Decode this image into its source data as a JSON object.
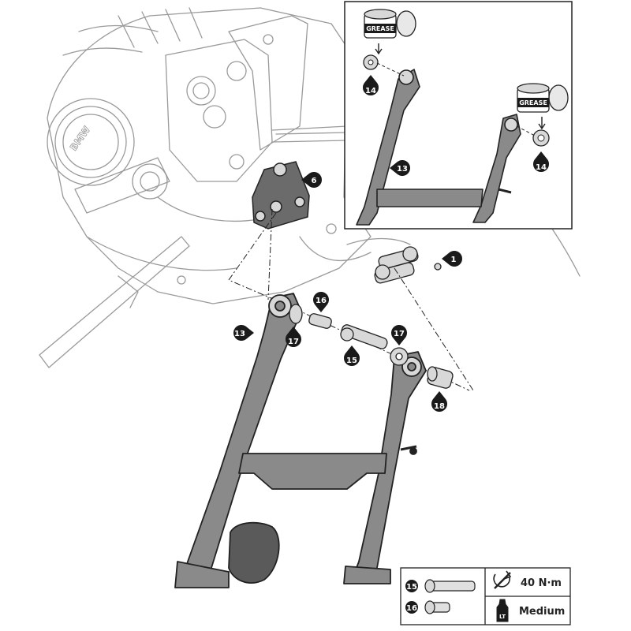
{
  "callouts": {
    "c1": "1",
    "c6": "6",
    "c13_main": "13",
    "c13_inset": "13",
    "c14_left": "14",
    "c14_right": "14",
    "c15_main": "15",
    "c15_legend": "15",
    "c16_main": "16",
    "c16_legend": "16",
    "c17_left": "17",
    "c17_right": "17",
    "c18": "18"
  },
  "inset": {
    "grease_label_1": "GREASE",
    "grease_label_2": "GREASE"
  },
  "legend": {
    "torque": "40 N·m",
    "threadlock_badge": "LT",
    "threadlock": "Medium"
  },
  "brand_mark": "BMW",
  "colors": {
    "stand_fill": "#8a8a8a",
    "stand_dark": "#5a5a5a",
    "line": "#222222",
    "sketch": "#9a9a9a",
    "callout_bg": "#1a1a1a",
    "grease_band": "#1a1a1a",
    "part_fill": "#d8d8d8"
  },
  "icons": [
    "torque-wrench-icon",
    "threadlock-bottle-icon",
    "grease-tin-icon"
  ]
}
